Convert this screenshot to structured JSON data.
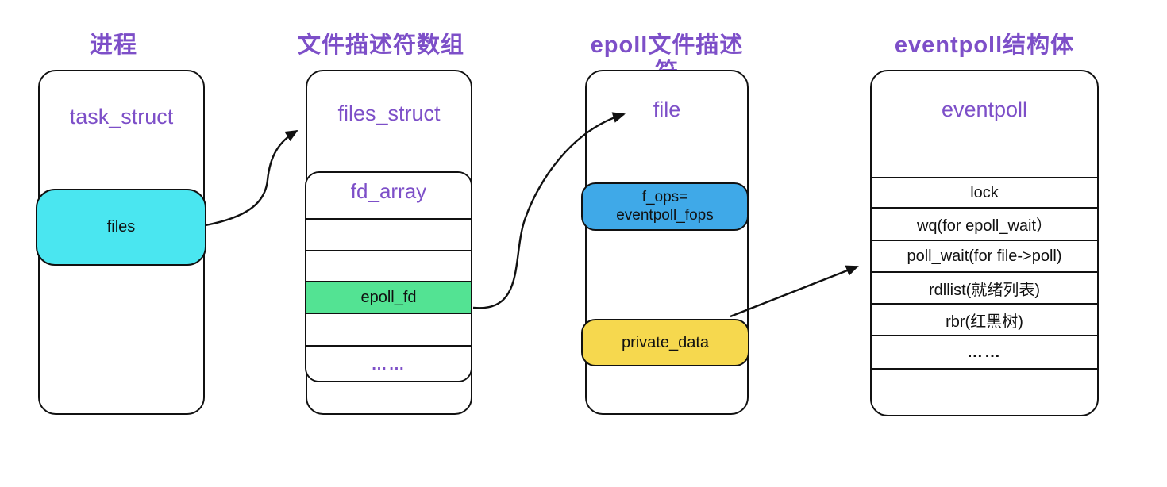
{
  "columns": [
    {
      "title": "进程",
      "struct_name": "task_struct",
      "field_label": "files"
    },
    {
      "title": "文件描述符数组",
      "struct_name": "files_struct",
      "table": {
        "header": "fd_array",
        "row_epoll": "epoll_fd",
        "row_dots": "……"
      }
    },
    {
      "title": "epoll文件描述符",
      "struct_name": "file",
      "fops_line1": "f_ops=",
      "fops_line2": "eventpoll_fops",
      "private_label": "private_data"
    },
    {
      "title": "eventpoll结构体",
      "struct_name": "eventpoll",
      "rows": [
        "lock",
        "wq(for epoll_wait）",
        "poll_wait(for file->poll)",
        "rdllist(就绪列表)",
        "rbr(红黑树)",
        "……"
      ]
    }
  ],
  "colors": {
    "purple": "#7d4fc8",
    "cyan": "#4ae6f0",
    "green": "#53e393",
    "blue": "#3fa9e8",
    "yellow": "#f6d84e",
    "line": "#111111"
  }
}
